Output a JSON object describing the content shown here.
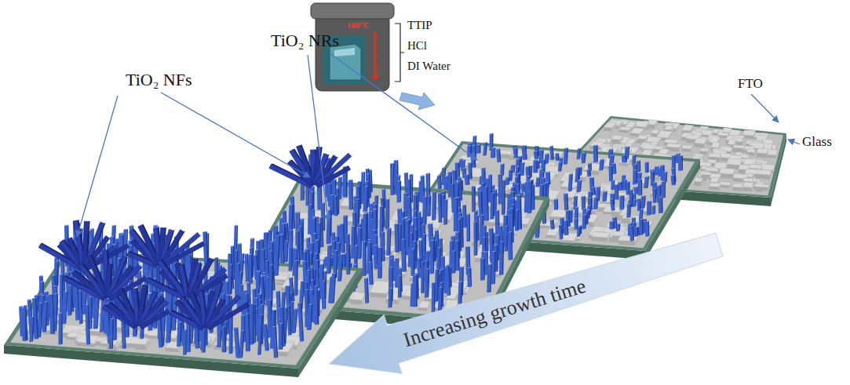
{
  "diagram": {
    "nodes": [
      {
        "text": [
          "Increasing growth time"
        ]
      }
    ],
    "labels": [
      "TiO₂ NFs",
      "TiO₂ NRs",
      "180°C",
      "TTIP",
      "HCl",
      "DI Water",
      "FTO",
      "Glass"
    ]
  }
}
